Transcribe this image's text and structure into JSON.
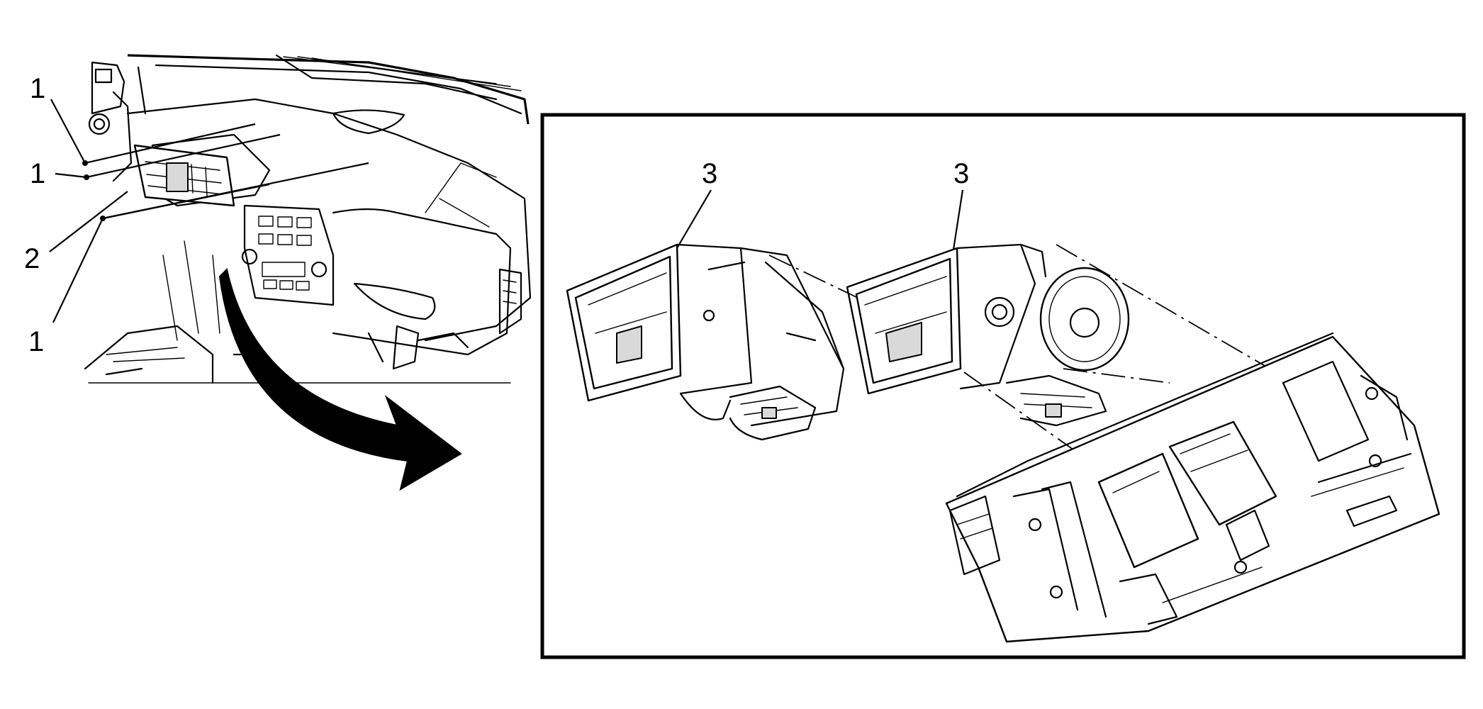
{
  "callouts": {
    "c1a": "1",
    "c1b": "1",
    "c2": "2",
    "c1c": "1",
    "c3a": "3",
    "c3b": "3"
  },
  "colors": {
    "line": "#000000",
    "background": "#ffffff",
    "arrow": "#000000"
  }
}
